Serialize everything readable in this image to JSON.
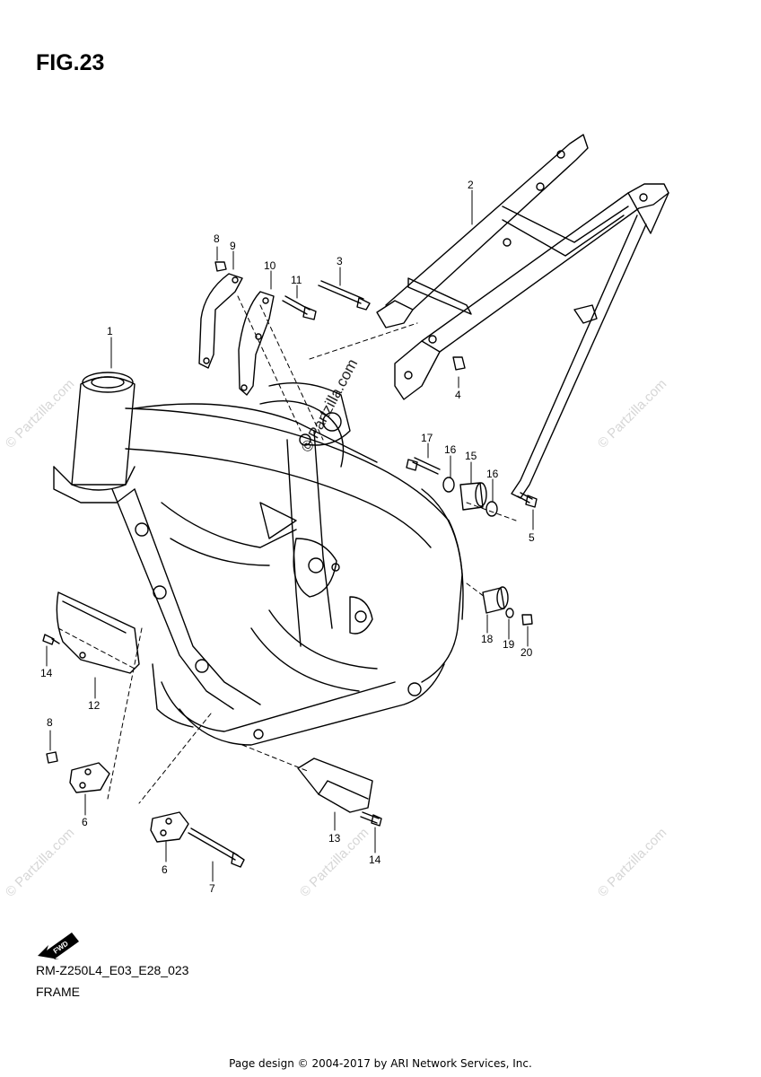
{
  "figure_title": "FIG.23",
  "model_code": "RM-Z250L4_E03_E28_023",
  "section_title": "FRAME",
  "footer": "Page design © 2004-2017 by ARI Network Services, Inc.",
  "watermark": "© Partzilla.com",
  "direction_label": "FWD",
  "callouts": [
    "1",
    "2",
    "3",
    "4",
    "5",
    "6",
    "6",
    "7",
    "8",
    "8",
    "9",
    "10",
    "11",
    "12",
    "13",
    "14",
    "14",
    "15",
    "16",
    "16",
    "17",
    "18",
    "19",
    "20"
  ]
}
